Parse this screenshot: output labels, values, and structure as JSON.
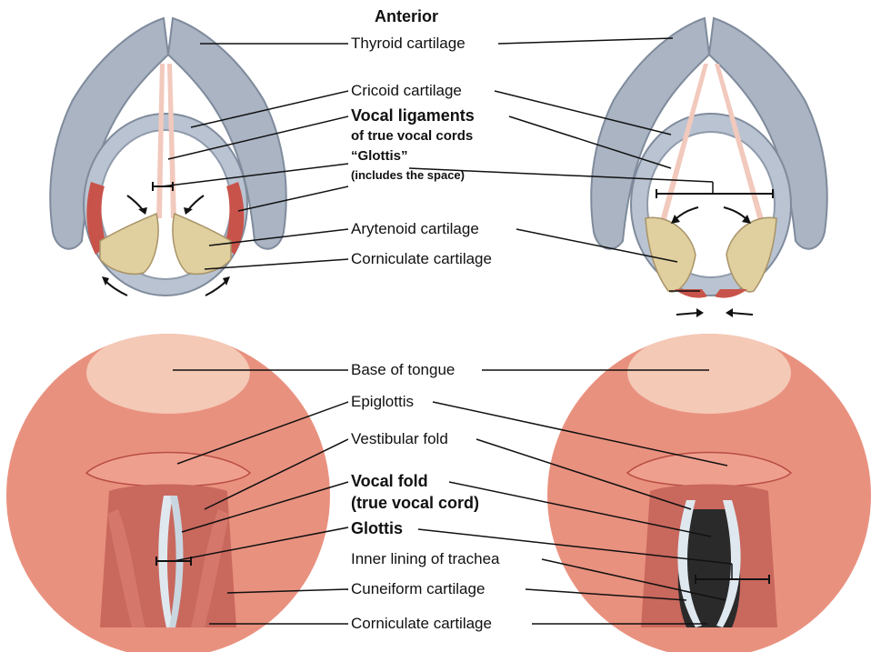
{
  "header": {
    "anterior": "Anterior"
  },
  "top_labels": {
    "thyroid": "Thyroid cartilage",
    "cricoid": "Cricoid cartilage",
    "vocal_ligaments_1": "Vocal ligaments",
    "vocal_ligaments_2": "of true vocal cords",
    "glottis_quote": "“Glottis”",
    "glottis_note": "(includes the space)",
    "arytenoid": "Arytenoid cartilage",
    "corniculate": "Corniculate cartilage"
  },
  "bottom_labels": {
    "base_of_tongue": "Base of tongue",
    "epiglottis": "Epiglottis",
    "vestibular_fold": "Vestibular fold",
    "vocal_fold_1": "Vocal fold",
    "vocal_fold_2": "(true vocal cord)",
    "glottis": "Glottis",
    "inner_lining": "Inner lining of trachea",
    "cuneiform": "Cuneiform cartilage",
    "corniculate": "Corniculate cartilage"
  },
  "colors": {
    "cartilage_gray": "#aab4c3",
    "cartilage_edge": "#7f8b9c",
    "arytenoid_tan": "#e0cf9f",
    "muscle_red": "#c8534a",
    "ligament_pink": "#f2c9bd",
    "tissue_pink": "#e9917f",
    "tissue_dark": "#b84e44",
    "tongue": "#f4c9b6",
    "cord_white": "#dfe8ef",
    "leader_line": "#111111"
  }
}
